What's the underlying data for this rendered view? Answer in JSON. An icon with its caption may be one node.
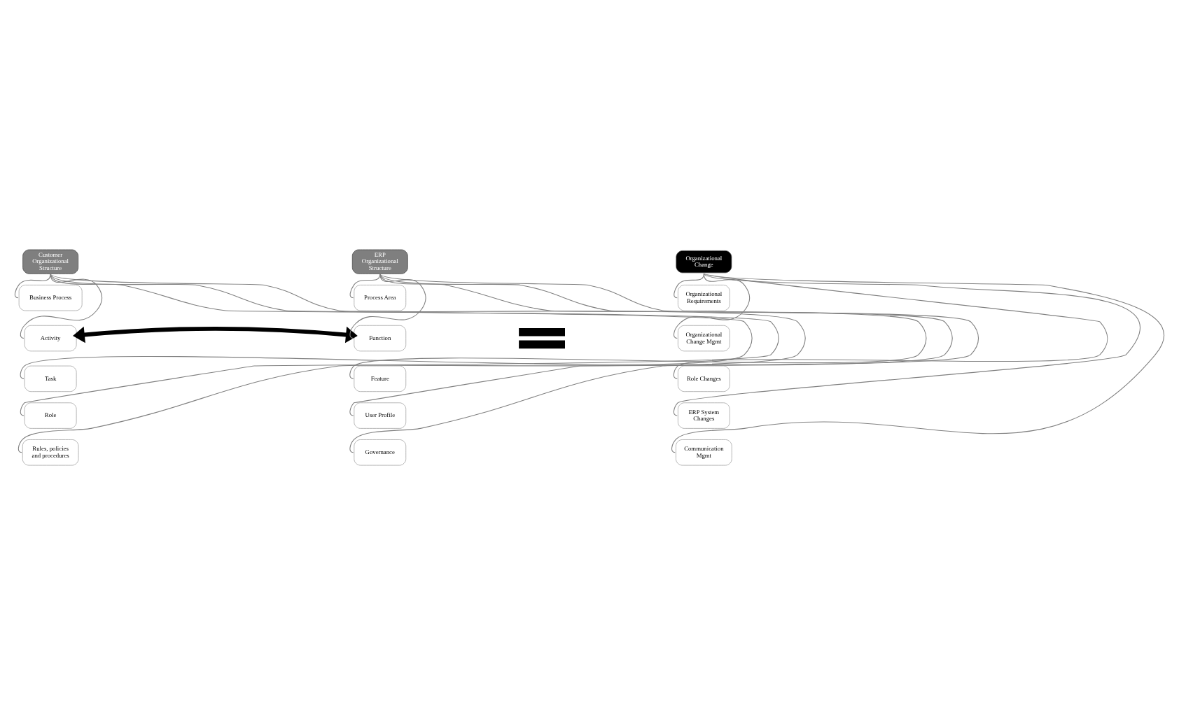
{
  "diagram": {
    "nodes": [
      {
        "text": [
          "Customer Organizational Structure"
        ]
      },
      {
        "text": [
          "Business Process"
        ]
      },
      {
        "text": [
          "Activity"
        ]
      },
      {
        "text": [
          "Task"
        ]
      },
      {
        "text": [
          "Role"
        ]
      },
      {
        "text": [
          "Rules, policies and procedures"
        ]
      },
      {
        "text": [
          "ERP Organizational Structure"
        ]
      },
      {
        "text": [
          "Process Area"
        ]
      },
      {
        "text": [
          "Function"
        ]
      },
      {
        "text": [
          "Feature"
        ]
      },
      {
        "text": [
          "User Profile"
        ]
      },
      {
        "text": [
          "Governance"
        ]
      },
      {
        "text": [],
        "shape": "equals"
      },
      {
        "text": [
          "Organizational Change"
        ]
      },
      {
        "text": [
          "Organizational Requirements"
        ]
      },
      {
        "text": [
          "Organizational Change Mgmt"
        ]
      },
      {
        "text": [
          "Role Changes"
        ]
      },
      {
        "text": [
          "ERP System Changes"
        ]
      },
      {
        "text": [
          "Communication Mgmt"
        ]
      }
    ],
    "edges": [
      {
        "from": 0,
        "to": 1,
        "arrow": "none"
      },
      {
        "from": 0,
        "to": 2,
        "arrow": "none"
      },
      {
        "from": 0,
        "to": 3,
        "arrow": "none"
      },
      {
        "from": 0,
        "to": 4,
        "arrow": "none"
      },
      {
        "from": 0,
        "to": 5,
        "arrow": "none"
      },
      {
        "from": 6,
        "to": 7,
        "arrow": "none"
      },
      {
        "from": 6,
        "to": 8,
        "arrow": "none"
      },
      {
        "from": 6,
        "to": 9,
        "arrow": "none"
      },
      {
        "from": 6,
        "to": 10,
        "arrow": "none"
      },
      {
        "from": 6,
        "to": 11,
        "arrow": "none"
      },
      {
        "from": 13,
        "to": 14,
        "arrow": "none"
      },
      {
        "from": 13,
        "to": 15,
        "arrow": "none"
      },
      {
        "from": 13,
        "to": 16,
        "arrow": "none"
      },
      {
        "from": 13,
        "to": 17,
        "arrow": "none"
      },
      {
        "from": 13,
        "to": 18,
        "arrow": "none"
      },
      {
        "from": 2,
        "to": 8,
        "arrow": "both",
        "style": "thick",
        "color": "#000000"
      }
    ]
  }
}
